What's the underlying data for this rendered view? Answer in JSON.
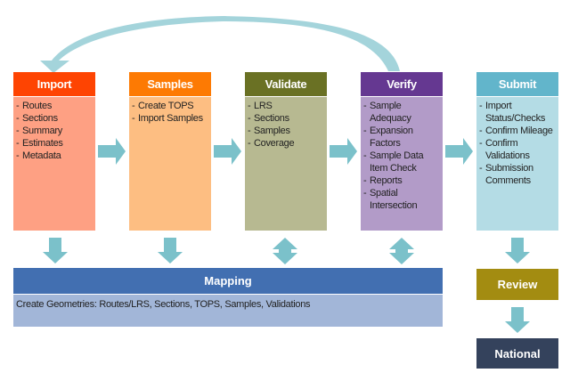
{
  "colors": {
    "arrow": "#7bc1ca",
    "import": "#fe4402",
    "samples": "#fd7a03",
    "validate": "#6a7124",
    "verify": "#653891",
    "submit": "#62b5cb",
    "mapping": "#426fb1",
    "review": "#a38c11",
    "national": "#34425c"
  },
  "stages": [
    {
      "title": "Import",
      "items": [
        "Routes",
        "Sections",
        "Summary",
        "Estimates",
        "Metadata"
      ]
    },
    {
      "title": "Samples",
      "items": [
        "Create TOPS",
        "Import Samples"
      ]
    },
    {
      "title": "Validate",
      "items": [
        "LRS",
        "Sections",
        "Samples",
        "Coverage"
      ]
    },
    {
      "title": "Verify",
      "items": [
        "Sample Adequacy",
        "Expansion Factors",
        "Sample Data Item Check",
        "Reports",
        "Spatial Intersection"
      ]
    },
    {
      "title": "Submit",
      "items": [
        "Import Status/Checks",
        "Confirm Mileage",
        "Confirm Validations",
        "Submission Comments"
      ]
    }
  ],
  "mapping": {
    "title": "Mapping",
    "description": "Create Geometries: Routes/LRS, Sections, TOPS, Samples, Validations"
  },
  "review": {
    "title": "Review"
  },
  "national": {
    "title": "National"
  }
}
